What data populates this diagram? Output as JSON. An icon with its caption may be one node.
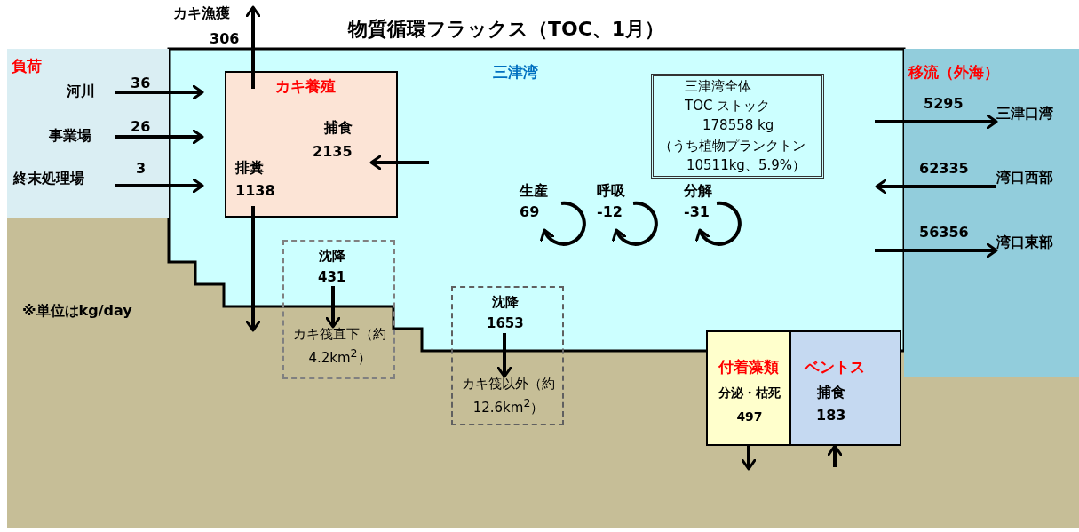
{
  "diagram": {
    "title": "物質循環フラックス（TOC、1月）",
    "nodes": [
      {
        "text": [
          "三津湾"
        ]
      },
      {
        "text": [
          "カキ養殖"
        ],
        "in": 0
      },
      {
        "text": [
          "三津湾全体",
          "TOC ストック",
          "178558 kg",
          "（うち植物プランクトン 10511kg、5.9%）"
        ],
        "in": 0
      },
      {
        "text": [
          "沈降 431",
          "カキ筏直下（約4.2km$^{2}$）"
        ]
      },
      {
        "text": [
          "沈降 1653",
          "カキ筏以外（約12.6km$^{2}$）"
        ]
      },
      {
        "text": [
          "付着藻類",
          "分泌・枯死 497"
        ]
      },
      {
        "text": [
          "ベントス",
          "捕食 183"
        ]
      },
      {
        "text": [
          "負荷"
        ]
      },
      {
        "text": [
          "河川"
        ],
        "in": 7
      },
      {
        "text": [
          "事業場"
        ],
        "in": 7
      },
      {
        "text": [
          "終末処理場"
        ],
        "in": 7
      },
      {
        "text": [
          "移流（外海）"
        ]
      },
      {
        "text": [
          "三津口湾"
        ],
        "in": 11
      },
      {
        "text": [
          "湾口西部"
        ],
        "in": 11
      },
      {
        "text": [
          "湾口東部"
        ],
        "in": 11
      },
      {
        "text": [
          "カキ漁獲"
        ]
      }
    ],
    "edges": [
      {
        "from": 8,
        "to": 0,
        "arrow": "to",
        "label": "36"
      },
      {
        "from": 9,
        "to": 0,
        "arrow": "to",
        "label": "26"
      },
      {
        "from": 10,
        "to": 0,
        "arrow": "to",
        "label": "3"
      },
      {
        "from": 1,
        "to": 15,
        "arrow": "to",
        "label": "306"
      },
      {
        "from": null,
        "to": 1,
        "arrow": "to",
        "label": "捕食 2135"
      },
      {
        "from": 1,
        "to": null,
        "arrow": "to",
        "label": "排糞 1138"
      },
      {
        "from": 0,
        "to": 12,
        "arrow": "to",
        "label": "5295"
      },
      {
        "from": 13,
        "to": 0,
        "arrow": "to",
        "label": "62335"
      },
      {
        "from": 0,
        "to": 14,
        "arrow": "to",
        "label": "56356"
      },
      {
        "from": 5,
        "to": null,
        "arrow": "to"
      },
      {
        "from": null,
        "to": 6,
        "arrow": "to"
      }
    ],
    "labels": [
      "生産 69",
      "呼吸 -12",
      "分解 -31",
      "※単位はkg/day"
    ]
  }
}
